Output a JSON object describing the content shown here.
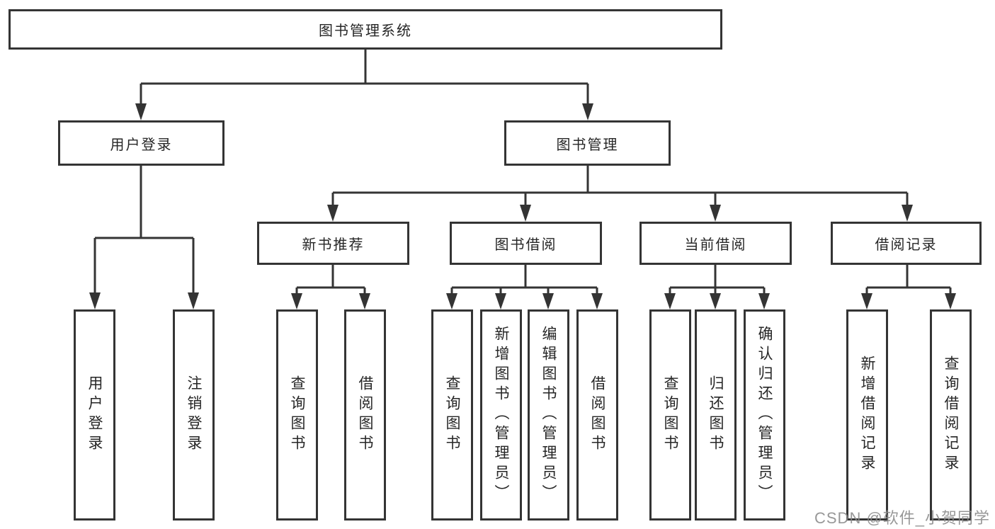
{
  "diagram_title": "图书管理系统",
  "tree": {
    "label": "图书管理系统",
    "children": [
      {
        "label": "用户登录",
        "children": [
          {
            "label": "用户登录"
          },
          {
            "label": "注销登录"
          }
        ]
      },
      {
        "label": "图书管理",
        "children": [
          {
            "label": "新书推荐",
            "children": [
              {
                "label": "查询图书"
              },
              {
                "label": "借阅图书"
              }
            ]
          },
          {
            "label": "图书借阅",
            "children": [
              {
                "label": "查询图书"
              },
              {
                "label": "新增图书（管理员）"
              },
              {
                "label": "编辑图书（管理员）"
              },
              {
                "label": "借阅图书"
              }
            ]
          },
          {
            "label": "当前借阅",
            "children": [
              {
                "label": "查询图书"
              },
              {
                "label": "归还图书"
              },
              {
                "label": "确认归还（管理员）"
              }
            ]
          },
          {
            "label": "借阅记录",
            "children": [
              {
                "label": "新增借阅记录"
              },
              {
                "label": "查询借阅记录"
              }
            ]
          }
        ]
      }
    ]
  },
  "watermark": "CSDN @软件_小贺同学",
  "colors": {
    "line": "#343434",
    "box_border": "#343434",
    "box_bg": "#ffffff",
    "text": "#262626",
    "watermark": "#8a8a8a",
    "background": "#ffffff"
  }
}
